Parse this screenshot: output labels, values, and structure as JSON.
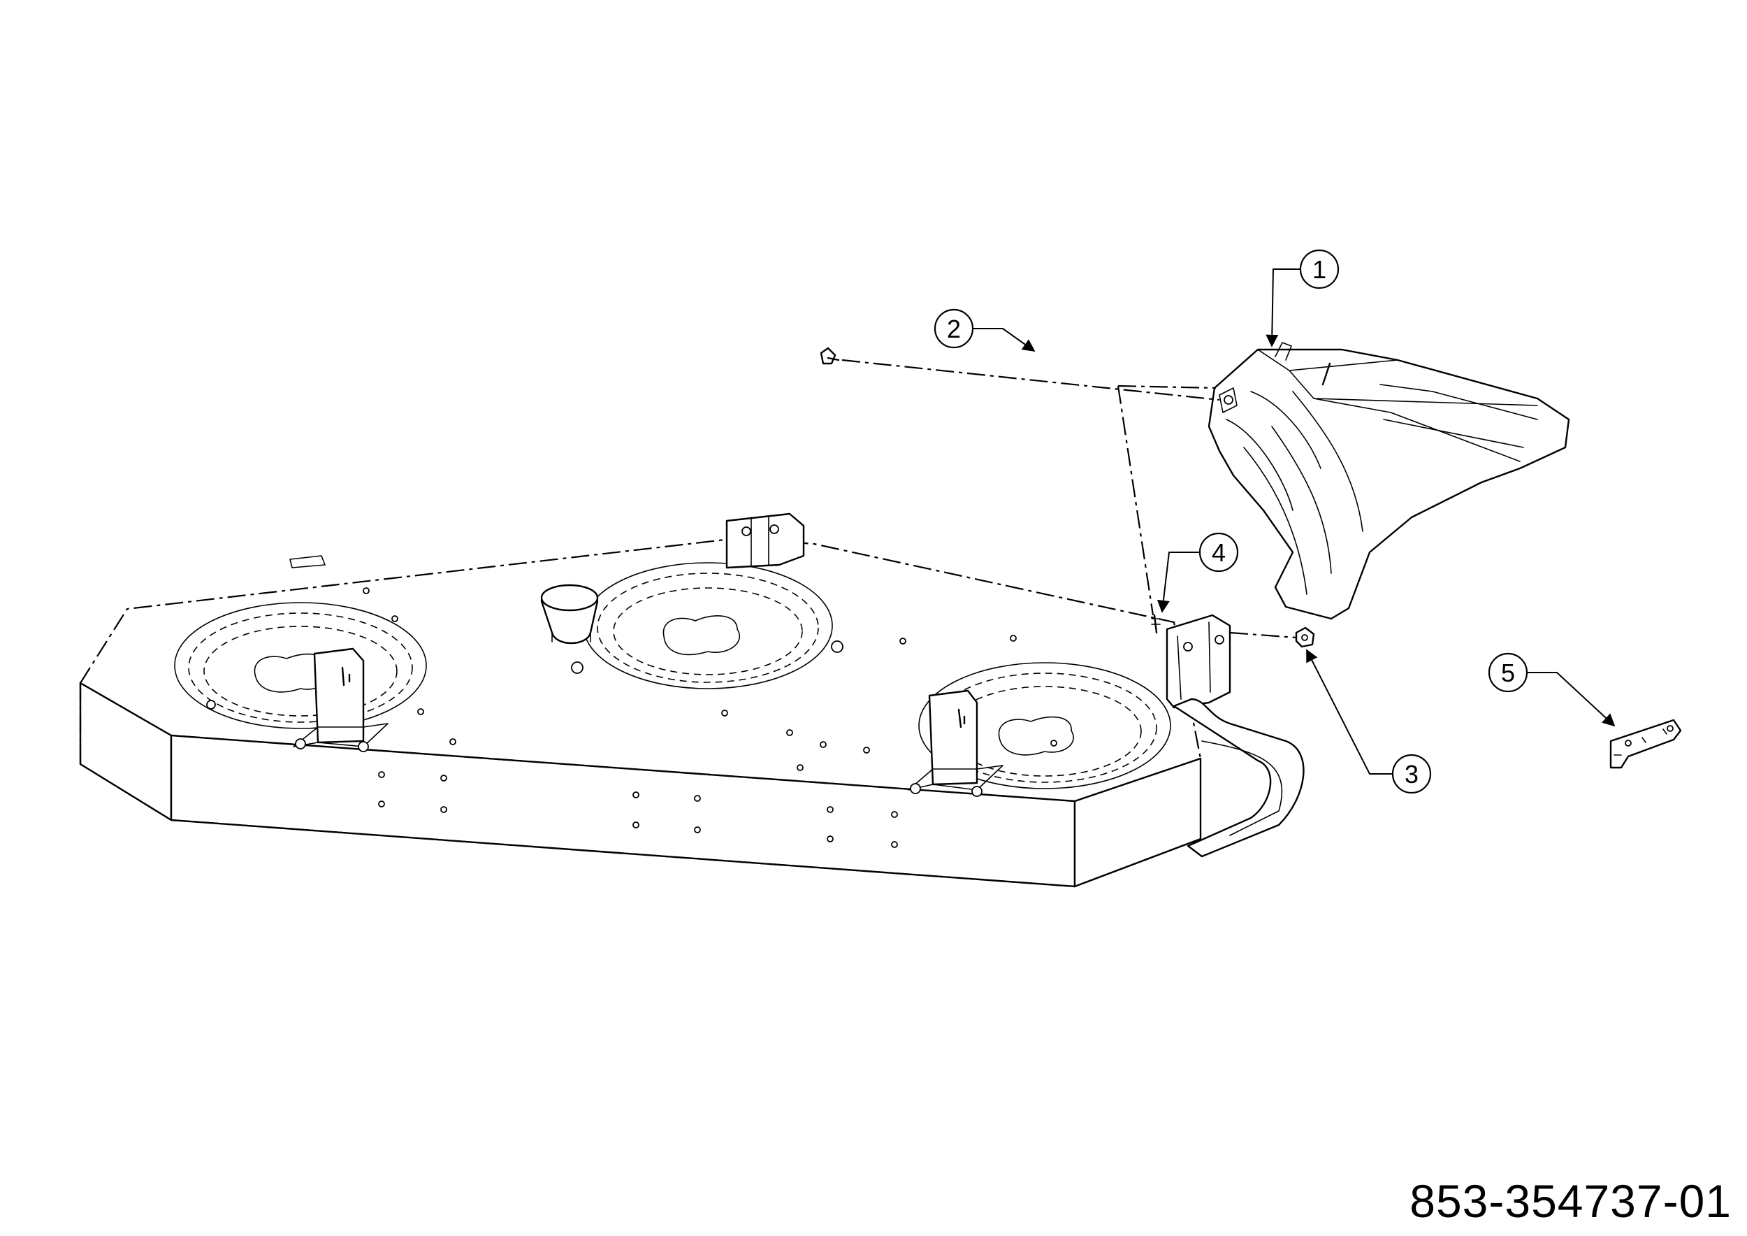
{
  "callouts": [
    {
      "id": "1",
      "label": "1"
    },
    {
      "id": "2",
      "label": "2"
    },
    {
      "id": "3",
      "label": "3"
    },
    {
      "id": "4",
      "label": "4"
    },
    {
      "id": "5",
      "label": "5"
    }
  ],
  "part_number": "853-354737-01"
}
